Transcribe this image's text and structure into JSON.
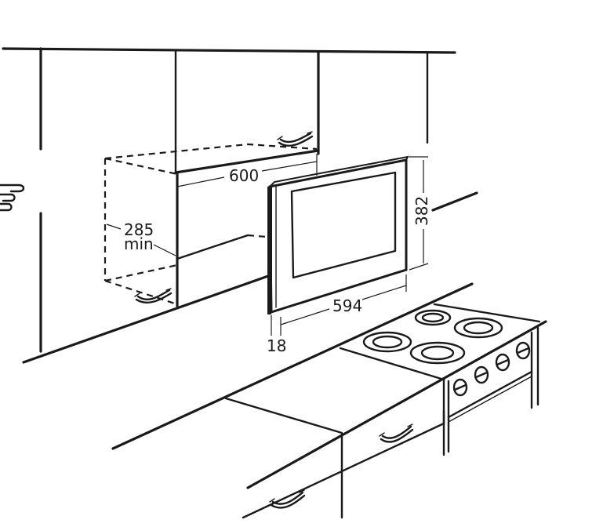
{
  "diagram": {
    "dimensions": {
      "cabinet_width": "600",
      "min_depth_value": "285",
      "min_depth_unit": "min",
      "frame_width": "594",
      "frame_height": "382",
      "frame_thickness": "18"
    }
  }
}
